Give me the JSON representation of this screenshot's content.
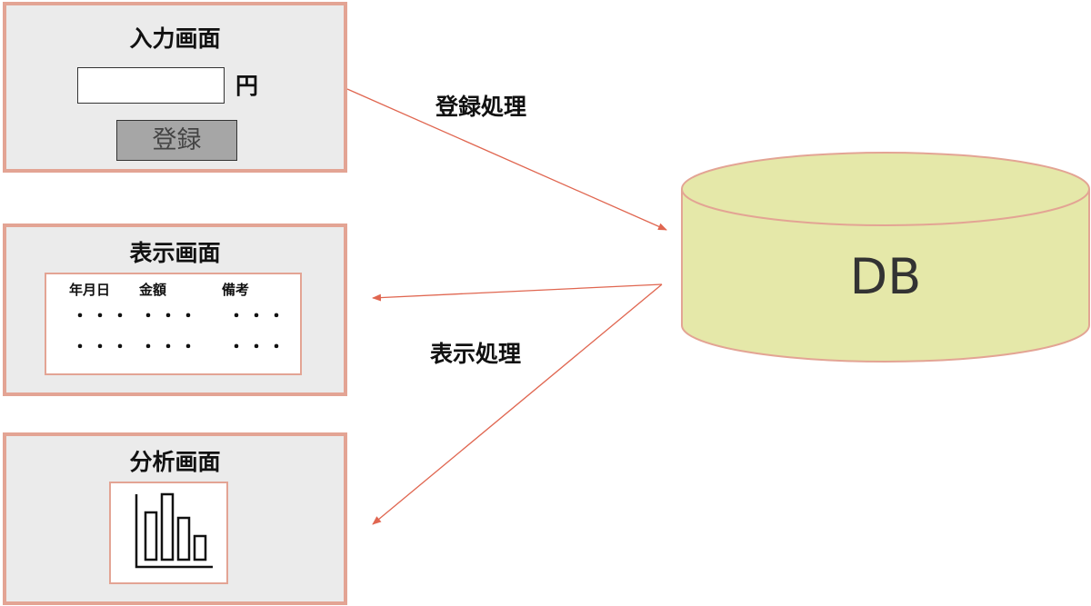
{
  "input_screen": {
    "title": "入力画面",
    "amount_value": "",
    "unit": "円",
    "register_button": "登録"
  },
  "display_screen": {
    "title": "表示画面",
    "columns": [
      "年月日",
      "金額",
      "備考"
    ],
    "rows": [
      [
        "・・・",
        "・・・",
        "・・・"
      ],
      [
        "・・・",
        "・・・",
        "・・・"
      ]
    ]
  },
  "analysis_screen": {
    "title": "分析画面",
    "chart_icon": "bar-chart-icon"
  },
  "database": {
    "label": "DB",
    "fill": "#e5e8a9",
    "stroke": "#e3a494"
  },
  "flows": {
    "register": "登録処理",
    "display": "表示処理",
    "arrow_color": "#e06650"
  }
}
